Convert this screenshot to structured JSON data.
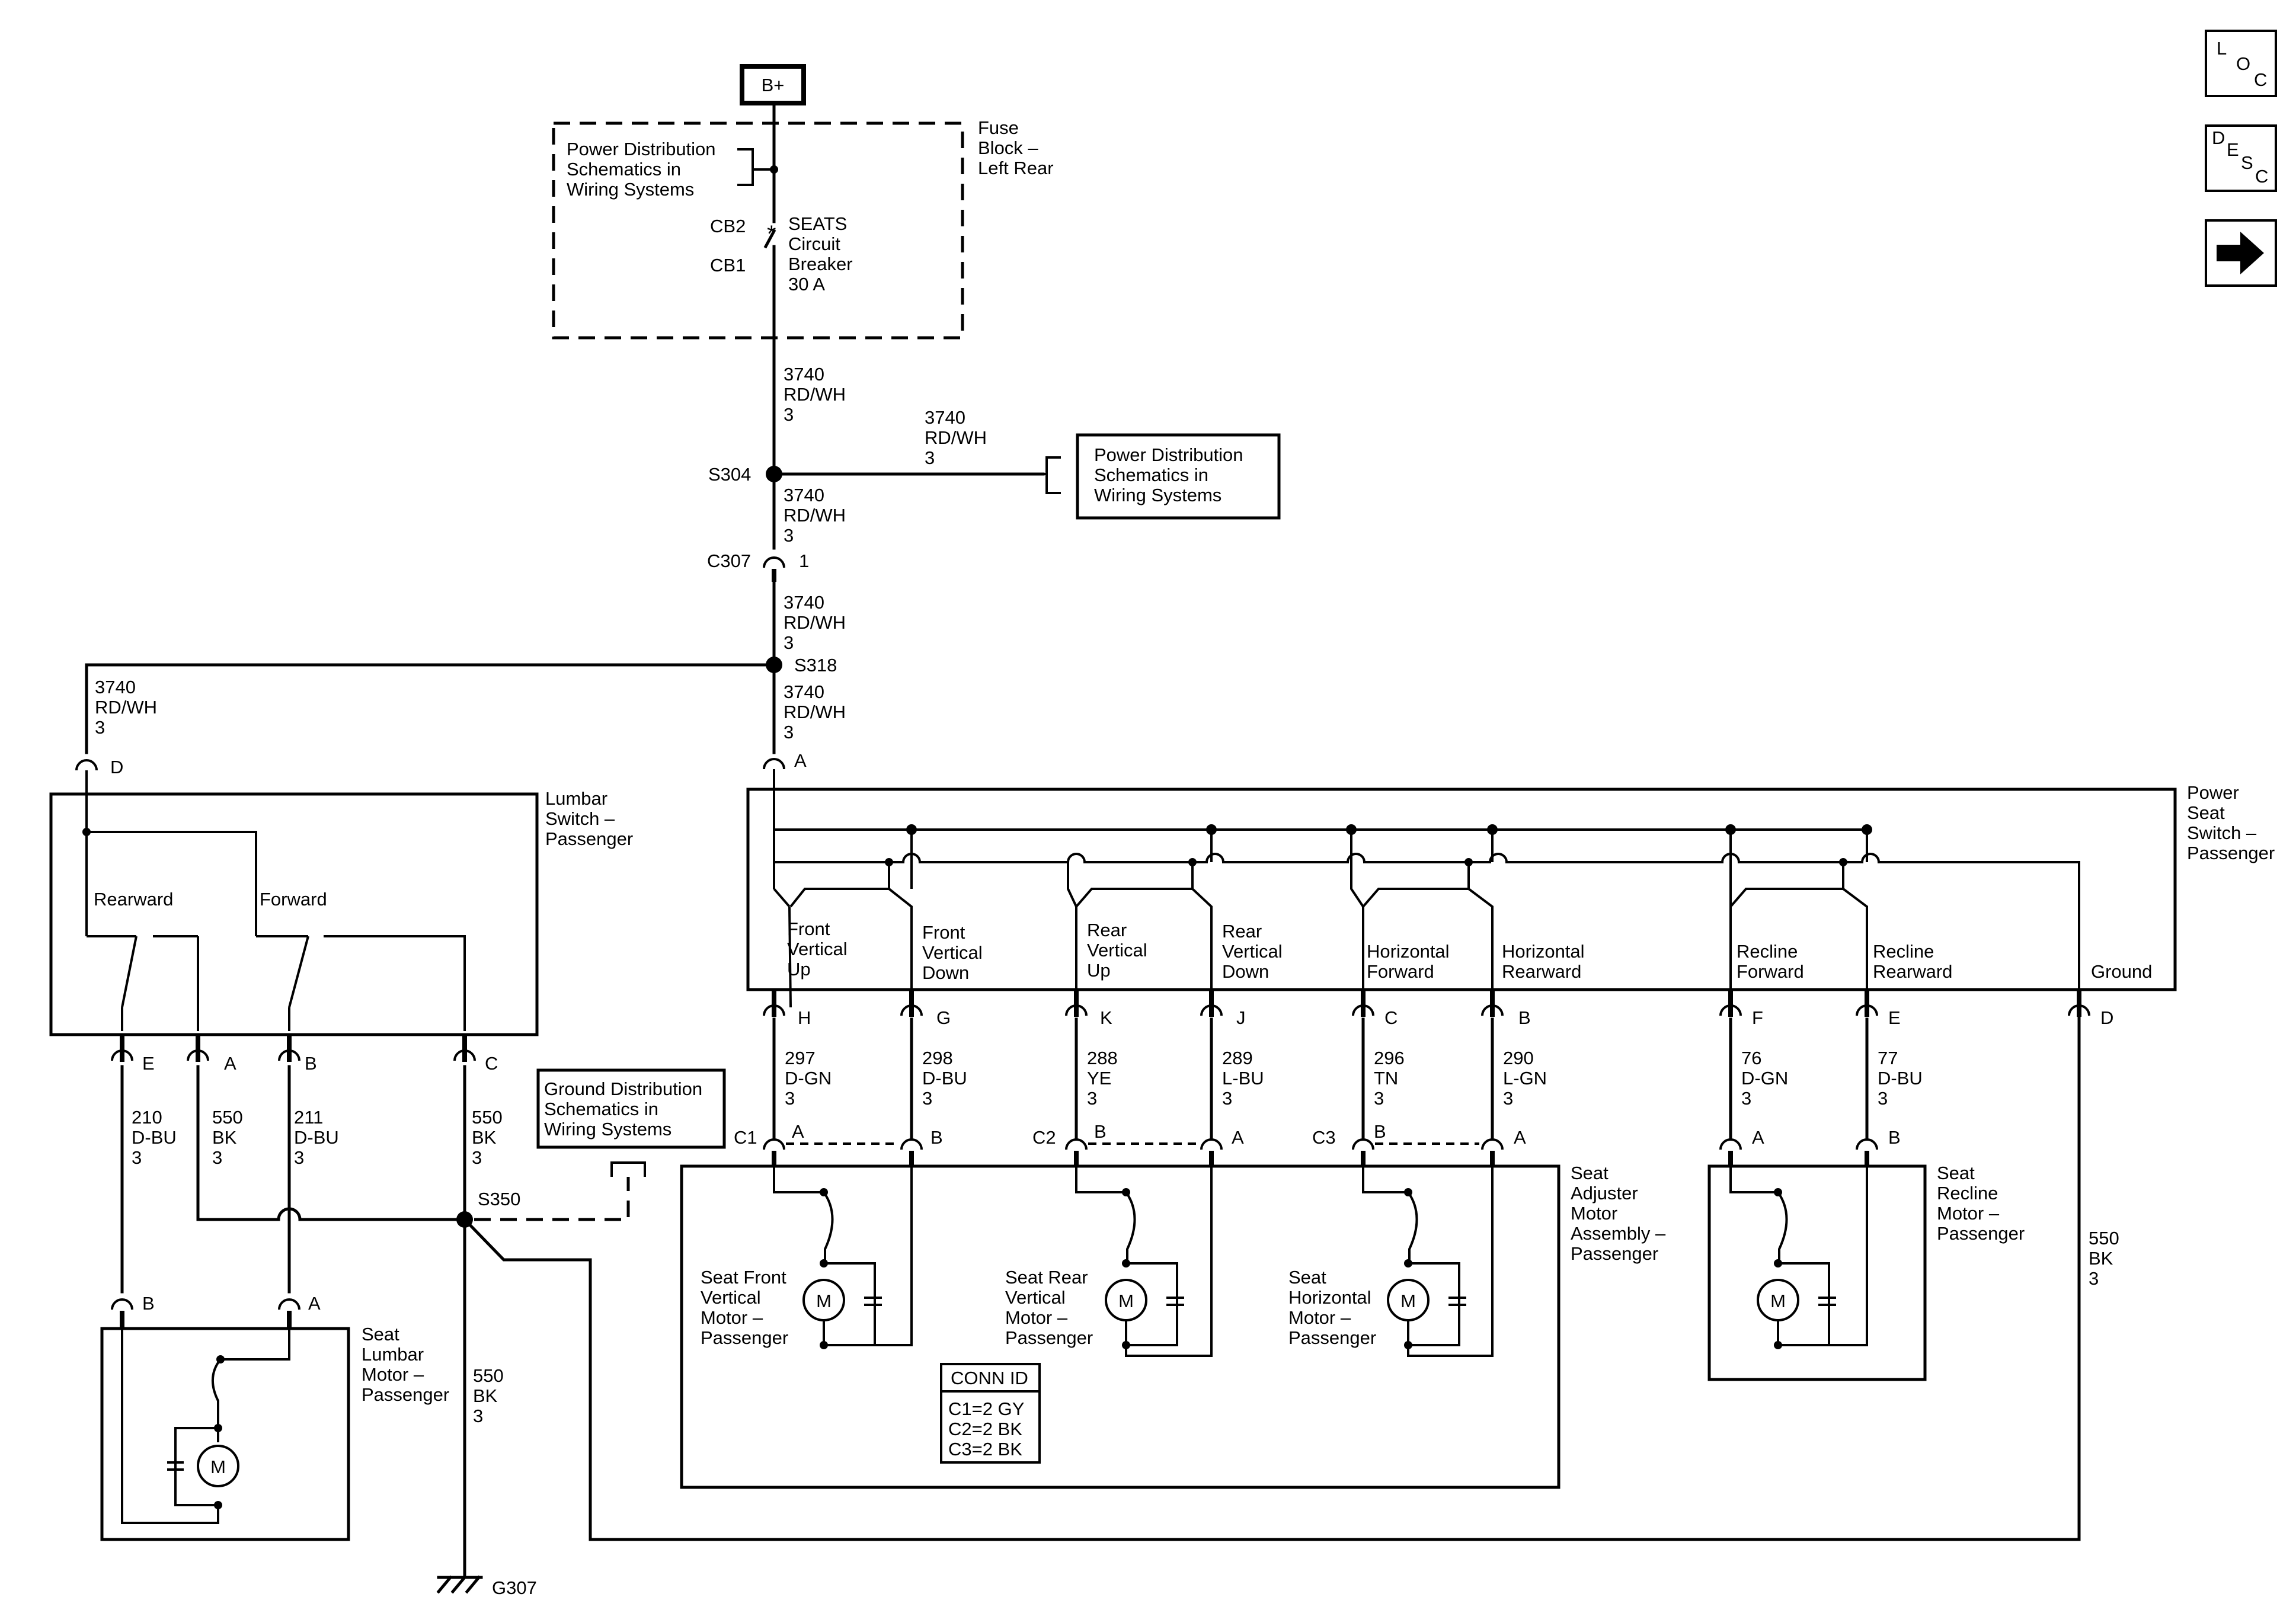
{
  "power_source": {
    "label": "B+"
  },
  "fuse_block": {
    "name_lines": [
      "Fuse",
      "Block –",
      "Left Rear"
    ],
    "power_ref_lines": [
      "Power Distribution",
      "Schematics in",
      "Wiring Systems"
    ],
    "cb_top": "CB2",
    "cb_bottom": "CB1",
    "breaker_lines": [
      "SEATS",
      "Circuit",
      "Breaker",
      "30 A"
    ]
  },
  "wires": {
    "w1": [
      "3740",
      "RD/WH",
      "3"
    ],
    "w2": [
      "3740",
      "RD/WH",
      "3"
    ],
    "w3": [
      "3740",
      "RD/WH",
      "3"
    ],
    "w4": [
      "3740",
      "RD/WH",
      "3"
    ],
    "w5": [
      "3740",
      "RD/WH",
      "3"
    ],
    "w6": [
      "3740",
      "RD/WH",
      "3"
    ],
    "lumbar_e": [
      "210",
      "D-BU",
      "3"
    ],
    "lumbar_a": [
      "550",
      "BK",
      "3"
    ],
    "lumbar_b": [
      "211",
      "D-BU",
      "3"
    ],
    "lumbar_c": [
      "550",
      "BK",
      "3"
    ],
    "ground_main": [
      "550",
      "BK",
      "3"
    ],
    "h": [
      "297",
      "D-GN",
      "3"
    ],
    "g": [
      "298",
      "D-BU",
      "3"
    ],
    "k": [
      "288",
      "YE",
      "3"
    ],
    "j": [
      "289",
      "L-BU",
      "3"
    ],
    "c": [
      "296",
      "TN",
      "3"
    ],
    "b": [
      "290",
      "L-GN",
      "3"
    ],
    "f": [
      "76",
      "D-GN",
      "3"
    ],
    "e": [
      "77",
      "D-BU",
      "3"
    ],
    "d": [
      "550",
      "BK",
      "3"
    ]
  },
  "splices": {
    "s304": "S304",
    "s318": "S318",
    "s350": "S350"
  },
  "connectors": {
    "c307": "C307",
    "c307_pin": "1",
    "c1": "C1",
    "c2": "C2",
    "c3": "C3"
  },
  "power_ref_right_lines": [
    "Power Distribution",
    "Schematics in",
    "Wiring Systems"
  ],
  "ground_ref_lines": [
    "Ground Distribution",
    "Schematics in",
    "Wiring Systems"
  ],
  "lumbar_switch": {
    "name_lines": [
      "Lumbar",
      "Switch –",
      "Passenger"
    ],
    "rearward": "Rearward",
    "forward": "Forward",
    "pins": {
      "d": "D",
      "e": "E",
      "a": "A",
      "b": "B",
      "c": "C"
    }
  },
  "lumbar_motor": {
    "name_lines": [
      "Seat",
      "Lumbar",
      "Motor –",
      "Passenger"
    ],
    "pins": {
      "b": "B",
      "a": "A"
    },
    "motor_symbol": "M"
  },
  "power_seat_switch": {
    "name_lines": [
      "Power",
      "Seat",
      "Switch –",
      "Passenger"
    ],
    "pin_a": "A",
    "switches": [
      {
        "label": [
          "Front",
          "Vertical",
          "Up"
        ],
        "pin": "H"
      },
      {
        "label": [
          "Front",
          "Vertical",
          "Down"
        ],
        "pin": "G"
      },
      {
        "label": [
          "Rear",
          "Vertical",
          "Up"
        ],
        "pin": "K"
      },
      {
        "label": [
          "Rear",
          "Vertical",
          "Down"
        ],
        "pin": "J"
      },
      {
        "label": [
          "Horizontal",
          "Forward"
        ],
        "pin": "C"
      },
      {
        "label": [
          "Horizontal",
          "Rearward"
        ],
        "pin": "B"
      },
      {
        "label": [
          "Recline",
          "Forward"
        ],
        "pin": "F"
      },
      {
        "label": [
          "Recline",
          "Rearward"
        ],
        "pin": "E"
      },
      {
        "label": [
          "Ground"
        ],
        "pin": "D"
      }
    ]
  },
  "adjuster": {
    "name_lines": [
      "Seat",
      "Adjuster",
      "Motor",
      "Assembly –",
      "Passenger"
    ],
    "pin_labels": {
      "c1a": "A",
      "c1b": "B",
      "c2b": "B",
      "c2a": "A",
      "c3b": "B",
      "c3a": "A"
    },
    "motors": [
      [
        "Seat Front",
        "Vertical",
        "Motor –",
        "Passenger"
      ],
      [
        "Seat Rear",
        "Vertical",
        "Motor –",
        "Passenger"
      ],
      [
        "Seat",
        "Horizontal",
        "Motor –",
        "Passenger"
      ]
    ],
    "motor_symbol": "M",
    "conn_id": {
      "title": "CONN ID",
      "lines": [
        "C1=2 GY",
        "C2=2 BK",
        "C3=2 BK"
      ]
    }
  },
  "recline_motor": {
    "name_lines": [
      "Seat",
      "Recline",
      "Motor –",
      "Passenger"
    ],
    "pins": {
      "a": "A",
      "b": "B"
    },
    "motor_symbol": "M"
  },
  "ground": {
    "label": "G307"
  },
  "nav_buttons": [
    {
      "name": "loc-button",
      "letters": [
        "L",
        "O",
        "C"
      ]
    },
    {
      "name": "desc-button",
      "letters": [
        "D",
        "E",
        "S",
        "C"
      ]
    }
  ]
}
